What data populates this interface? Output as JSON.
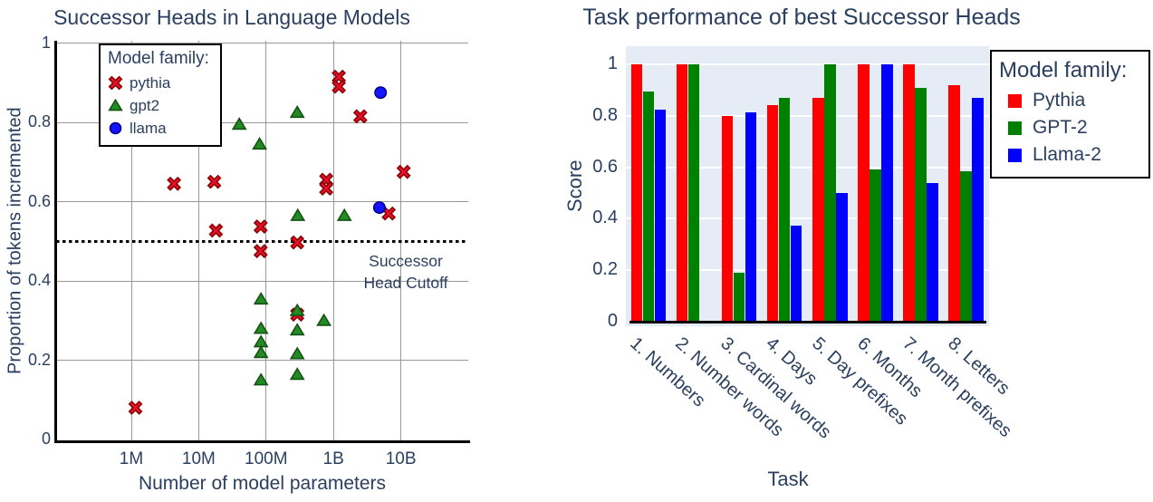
{
  "left_chart": {
    "title": "Successor Heads in Language Models",
    "xlabel": "Number of model parameters",
    "ylabel": "Proportion of tokens incremented",
    "annotation_line1": "Successor",
    "annotation_line2": "Head Cutoff"
  },
  "right_chart": {
    "title": "Task performance of best Successor Heads",
    "xlabel": "Task",
    "ylabel": "Score"
  },
  "colors": {
    "text": "#2a3f5f",
    "left_grid": "#999999",
    "right_plot_bg": "#e5ecf6",
    "right_grid": "#ffffff",
    "axis_spine": "#000000",
    "cutoff_line": "#000000"
  },
  "chart_data": [
    {
      "type": "scatter",
      "title": "Successor Heads in Language Models",
      "xlabel": "Number of model parameters",
      "ylabel": "Proportion of tokens incremented",
      "xscale": "log",
      "xlim": [
        130000,
        100000000000
      ],
      "ylim": [
        0,
        1
      ],
      "x_ticks": {
        "values": [
          1000000,
          10000000,
          100000000,
          1000000000,
          10000000000
        ],
        "labels": [
          "1M",
          "10M",
          "100M",
          "1B",
          "10B"
        ]
      },
      "y_ticks": {
        "values": [
          0,
          0.2,
          0.4,
          0.6,
          0.8,
          1
        ],
        "labels": [
          "0",
          "0.2",
          "0.4",
          "0.6",
          "0.8",
          "1"
        ]
      },
      "cutoff": {
        "y": 0.5,
        "label": "Successor Head Cutoff",
        "style": "dotted"
      },
      "legend_title": "Model family:",
      "legend_position": "top-left",
      "grid": true,
      "series": [
        {
          "name": "pythia",
          "marker": "x",
          "color": "#e8112d",
          "edge_color": "#8b0000",
          "points": [
            [
              1150000,
              0.08
            ],
            [
              4300000,
              0.645
            ],
            [
              17000000,
              0.65
            ],
            [
              18000000,
              0.527
            ],
            [
              83000000,
              0.537
            ],
            [
              83000000,
              0.475
            ],
            [
              290000000,
              0.497
            ],
            [
              290000000,
              0.315
            ],
            [
              780000000,
              0.655
            ],
            [
              780000000,
              0.633
            ],
            [
              1200000000,
              0.915
            ],
            [
              1200000000,
              0.89
            ],
            [
              2500000000,
              0.815
            ],
            [
              6600000000,
              0.57
            ],
            [
              11000000000,
              0.675
            ]
          ]
        },
        {
          "name": "gpt2",
          "marker": "triangle",
          "color": "#228b22",
          "edge_color": "#145214",
          "points": [
            [
              40000000,
              0.795
            ],
            [
              80000000,
              0.745
            ],
            [
              84000000,
              0.354
            ],
            [
              84000000,
              0.28
            ],
            [
              84000000,
              0.246
            ],
            [
              84000000,
              0.219
            ],
            [
              84000000,
              0.15
            ],
            [
              290000000,
              0.825
            ],
            [
              295000000,
              0.565
            ],
            [
              290000000,
              0.325
            ],
            [
              290000000,
              0.276
            ],
            [
              290000000,
              0.216
            ],
            [
              290000000,
              0.164
            ],
            [
              720000000,
              0.3
            ],
            [
              1450000000,
              0.565
            ]
          ]
        },
        {
          "name": "llama",
          "marker": "circle",
          "color": "#1414ff",
          "edge_color": "#00008b",
          "points": [
            [
              5000000000,
              0.875
            ],
            [
              4800000000,
              0.585
            ]
          ]
        }
      ]
    },
    {
      "type": "bar",
      "title": "Task performance of best Successor Heads",
      "xlabel": "Task",
      "ylabel": "Score",
      "ylim": [
        0,
        1
      ],
      "grid": true,
      "y_ticks": {
        "values": [
          0,
          0.2,
          0.4,
          0.6,
          0.8,
          1
        ],
        "labels": [
          "0",
          "0.2",
          "0.4",
          "0.6",
          "0.8",
          "1"
        ]
      },
      "categories": [
        "1. Numbers",
        "2. Number words",
        "3. Cardinal words",
        "4. Days",
        "5. Day prefixes",
        "6. Months",
        "7. Month prefixes",
        "8. Letters"
      ],
      "legend_title": "Model family:",
      "legend_position": "right",
      "series": [
        {
          "name": "Pythia",
          "color": "#ff0000",
          "values": [
            1,
            1,
            0.8,
            0.84,
            0.87,
            1,
            1,
            0.92
          ]
        },
        {
          "name": "GPT-2",
          "color": "#008000",
          "values": [
            0.895,
            1,
            0.19,
            0.87,
            1,
            0.59,
            0.91,
            0.585
          ]
        },
        {
          "name": "Llama-2",
          "color": "#0000ff",
          "values": [
            0.825,
            null,
            0.815,
            0.375,
            0.5,
            1,
            0.54,
            0.87
          ]
        }
      ]
    }
  ]
}
